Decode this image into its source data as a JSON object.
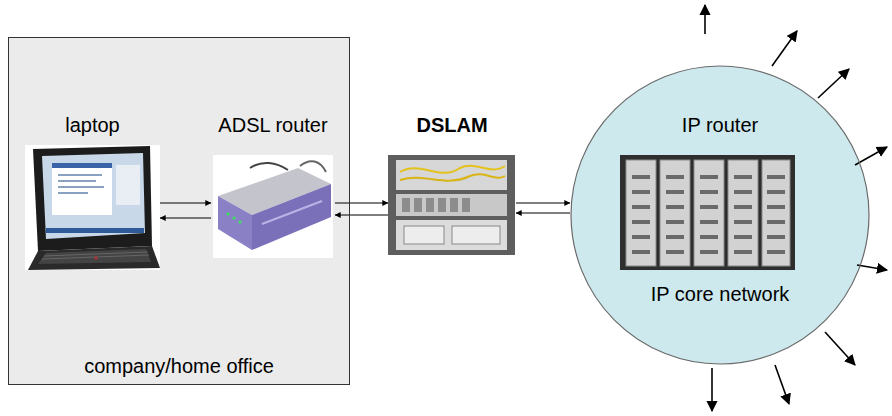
{
  "diagram": {
    "nodes": [
      {
        "text": [
          "company/home office"
        ]
      },
      {
        "text": [
          "laptop"
        ],
        "in": 0
      },
      {
        "text": [
          "ADSL router"
        ],
        "in": 0
      },
      {
        "text": [
          "DSLAM"
        ]
      },
      {
        "text": [
          "IP router",
          "IP core network"
        ]
      }
    ],
    "edges": [
      {
        "from": 1,
        "to": 2,
        "arrow": "to"
      },
      {
        "from": 2,
        "to": 1,
        "arrow": "to"
      },
      {
        "from": 2,
        "to": 3,
        "arrow": "to"
      },
      {
        "from": 3,
        "to": 2,
        "arrow": "to"
      },
      {
        "from": 3,
        "to": 4,
        "arrow": "to"
      },
      {
        "from": 4,
        "to": 3,
        "arrow": "to"
      }
    ]
  }
}
